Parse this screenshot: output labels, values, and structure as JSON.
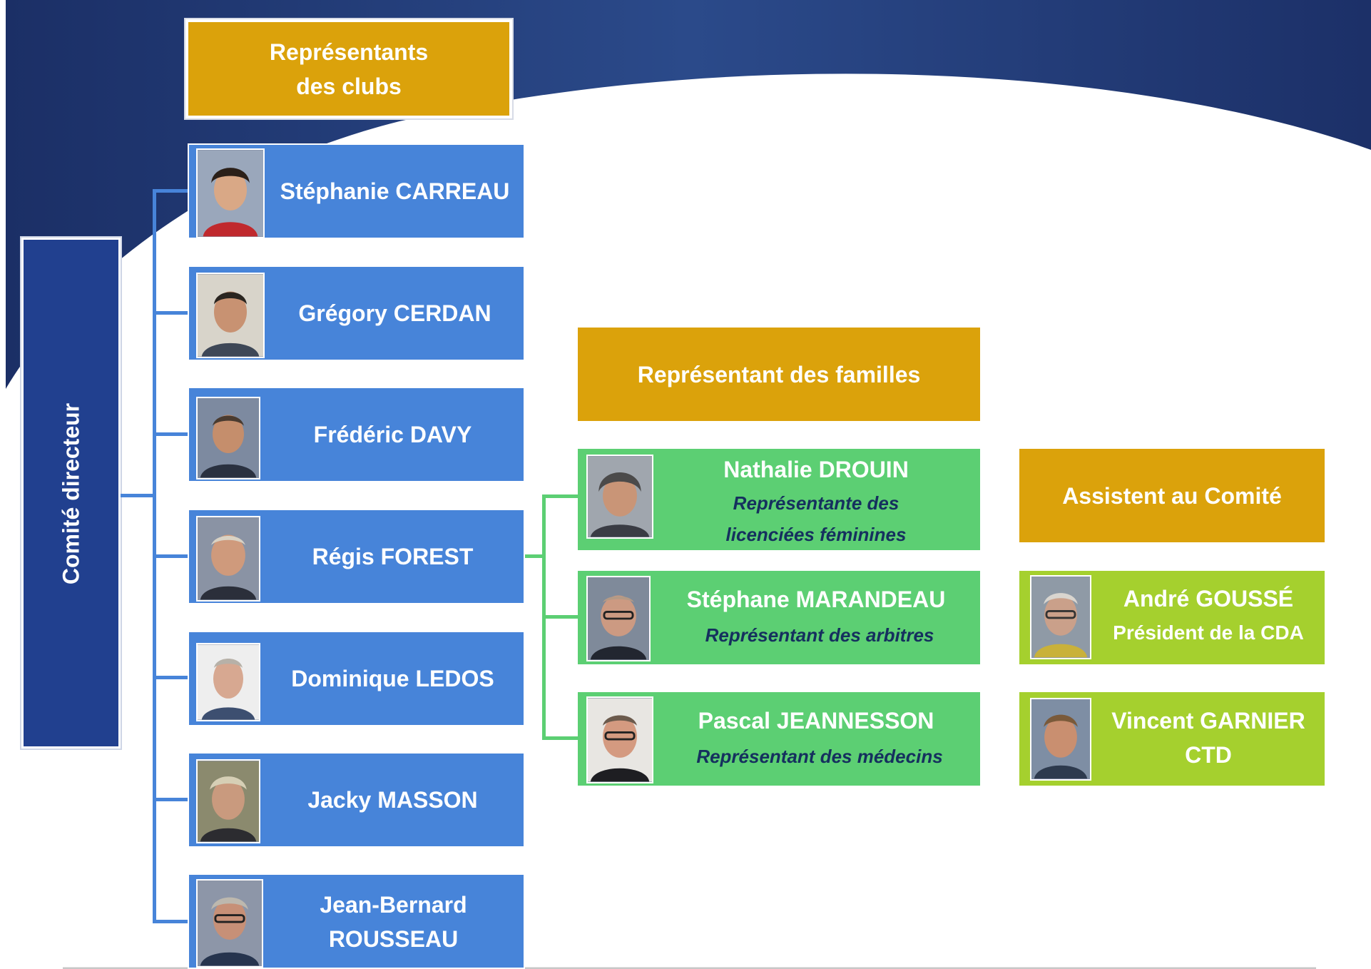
{
  "comite": {
    "label": "Comité directeur"
  },
  "clubs": {
    "header": [
      "Représentants",
      "des clubs"
    ],
    "members": [
      {
        "name": "Stéphanie CARREAU"
      },
      {
        "name": "Grégory CERDAN"
      },
      {
        "name": "Frédéric DAVY"
      },
      {
        "name": "Régis FOREST"
      },
      {
        "name": "Dominique LEDOS"
      },
      {
        "name": "Jacky MASSON"
      },
      {
        "name": [
          "Jean-Bernard",
          "ROUSSEAU"
        ]
      }
    ]
  },
  "familles": {
    "header": "Représentant des familles",
    "members": [
      {
        "name": "Nathalie DROUIN",
        "role": [
          "Représentante des",
          "licenciées féminines"
        ]
      },
      {
        "name": "Stéphane MARANDEAU",
        "role": [
          "Représentant des arbitres"
        ]
      },
      {
        "name": "Pascal JEANNESSON",
        "role": [
          "Représentant des médecins"
        ]
      }
    ]
  },
  "assistent": {
    "header": "Assistent au Comité",
    "members": [
      {
        "name": "André GOUSSÉ",
        "role": "Président de la CDA"
      },
      {
        "name": "Vincent GARNIER",
        "role": "CTD"
      }
    ]
  },
  "colors": {
    "navy": "#21408f",
    "blue": "#4784d9",
    "orange": "#dba20b",
    "green": "#5ccf73",
    "lime": "#a5d02e"
  }
}
